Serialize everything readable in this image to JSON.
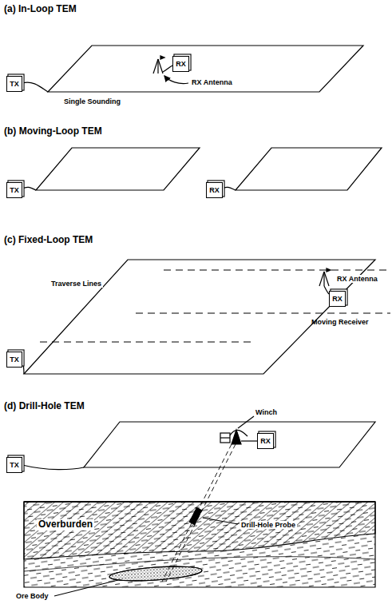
{
  "diagram": {
    "nodes": [
      {
        "text": [
          "RX"
        ]
      },
      {
        "text": [
          "TX"
        ]
      },
      {
        "text": [
          "TX"
        ]
      },
      {
        "text": [
          "RX"
        ]
      },
      {
        "text": [
          "RX"
        ]
      },
      {
        "text": [
          "TX"
        ]
      },
      {
        "text": [
          "RX"
        ]
      },
      {
        "text": [
          "TX"
        ]
      }
    ],
    "labels": [
      "(a) In-Loop TEM",
      "RX Antenna",
      "Single Sounding",
      "(b) Moving-Loop TEM",
      "(c) Fixed-Loop TEM",
      "Traverse Lines",
      "RX Antenna",
      "Moving Receiver",
      "(d) Drill-Hole TEM",
      "Winch",
      "Drill-Hole Probe",
      "Overburden",
      "Ore Body"
    ]
  }
}
